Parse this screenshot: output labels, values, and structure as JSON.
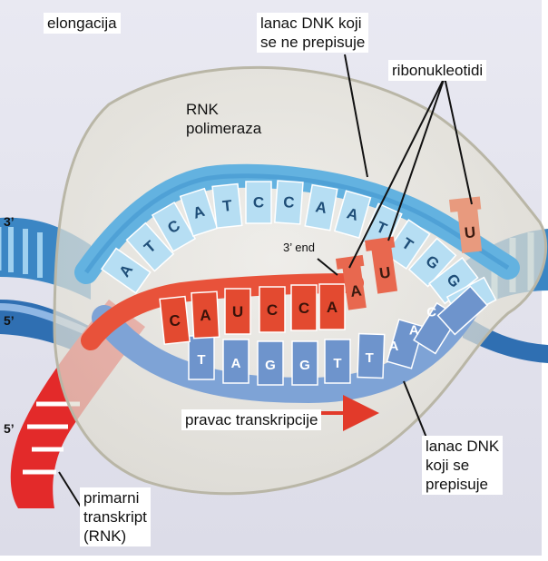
{
  "labels": {
    "stage": "elongacija",
    "rna_polymerase": "RNK\n  polimeraza",
    "nontemplate_strand": "lanac DNK koji\nse ne prepisuje",
    "ribonucleotides": "ribonukleotidi",
    "three_prime_end": "3’ end",
    "direction": "pravac transkripcije",
    "template_strand": "lanac DNK\nkoji se\nprepisuje",
    "primary_transcript": "primarni\ntranskript\n(RNK)"
  },
  "strand_ends": {
    "top_left": "3’",
    "middle_left": "5’",
    "bottom_left": "5’"
  },
  "nontemplate_bases": [
    "A",
    "T",
    "C",
    "A",
    "T",
    "C",
    "C",
    "A",
    "A",
    "T",
    "T",
    "G",
    "G",
    "C"
  ],
  "rna_bases": [
    "C",
    "A",
    "U",
    "C",
    "C",
    "A"
  ],
  "template_bases": [
    "T",
    "A",
    "G",
    "G",
    "T",
    "T",
    "A",
    "A",
    "C"
  ],
  "incoming_nucleotides": [
    "A",
    "U",
    "U"
  ],
  "colors": {
    "nontemplate_strand": "#7fc1e6",
    "template_strand": "#7fa4d6",
    "rna": "#e8523a",
    "polymerase": "#eceadf",
    "arrow": "#e23a2a"
  }
}
